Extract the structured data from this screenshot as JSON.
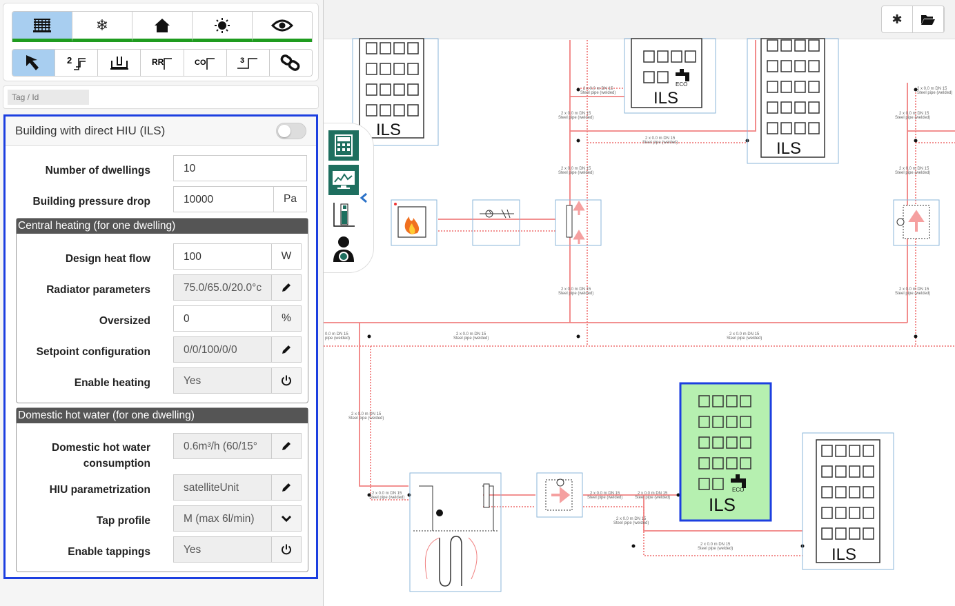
{
  "toolbar": {
    "tabs": [
      {
        "icon": "heating-coil-icon",
        "label": "≡"
      },
      {
        "icon": "snowflake-icon",
        "label": "❄"
      },
      {
        "icon": "house-icon",
        "label": "⌂"
      },
      {
        "icon": "sun-icon",
        "label": "☀"
      },
      {
        "icon": "eye-icon",
        "label": "👁"
      }
    ],
    "tools": [
      {
        "icon": "select-arrow-icon",
        "label": "↖"
      },
      {
        "icon": "two-pipe-icon",
        "label": "2"
      },
      {
        "icon": "consumer-icon",
        "label": "⊔"
      },
      {
        "icon": "rr-icon",
        "label": "RR"
      },
      {
        "icon": "co-icon",
        "label": "CO"
      },
      {
        "icon": "three-pipe-icon",
        "label": "3"
      },
      {
        "icon": "link-icon",
        "label": "∞"
      }
    ]
  },
  "tag": {
    "placeholder": "Tag / Id"
  },
  "props": {
    "title": "Building with direct HIU (ILS)",
    "dwellings": {
      "label": "Number of dwellings",
      "value": "10"
    },
    "pressure": {
      "label": "Building pressure drop",
      "value": "10000",
      "unit": "Pa"
    },
    "ch": {
      "title": "Central heating (for one dwelling)",
      "heatflow": {
        "label": "Design heat flow",
        "value": "100",
        "unit": "W"
      },
      "radiator": {
        "label": "Radiator parameters",
        "value": "75.0/65.0/20.0°c"
      },
      "oversized": {
        "label": "Oversized",
        "value": "0",
        "unit": "%"
      },
      "setpoint": {
        "label": "Setpoint configuration",
        "value": "0/0/100/0/0"
      },
      "enable": {
        "label": "Enable heating",
        "value": "Yes"
      }
    },
    "dhw": {
      "title": "Domestic hot water (for one dwelling)",
      "consumption": {
        "label": "Domestic hot water consumption",
        "value": "0.6m³/h (60/15°"
      },
      "hiu": {
        "label": "HIU parametrization",
        "value": "satelliteUnit"
      },
      "tap": {
        "label": "Tap profile",
        "value": "M (max 6l/min)"
      },
      "enable": {
        "label": "Enable tappings",
        "value": "Yes"
      }
    }
  },
  "canvas": {
    "building_label": "ILS",
    "eco_label": "ECO",
    "pipe_label_1": "2 x 0.0 m DN 15",
    "pipe_label_2": "Steel pipe (welded)"
  },
  "colors": {
    "accent": "#1c3fe0",
    "active_tab": "#a8cef0",
    "tab_underline": "#1f9c1f",
    "pipe": "#f08080",
    "selected_fill": "#b6f0b0",
    "sidetool": "#1e6f5f"
  }
}
